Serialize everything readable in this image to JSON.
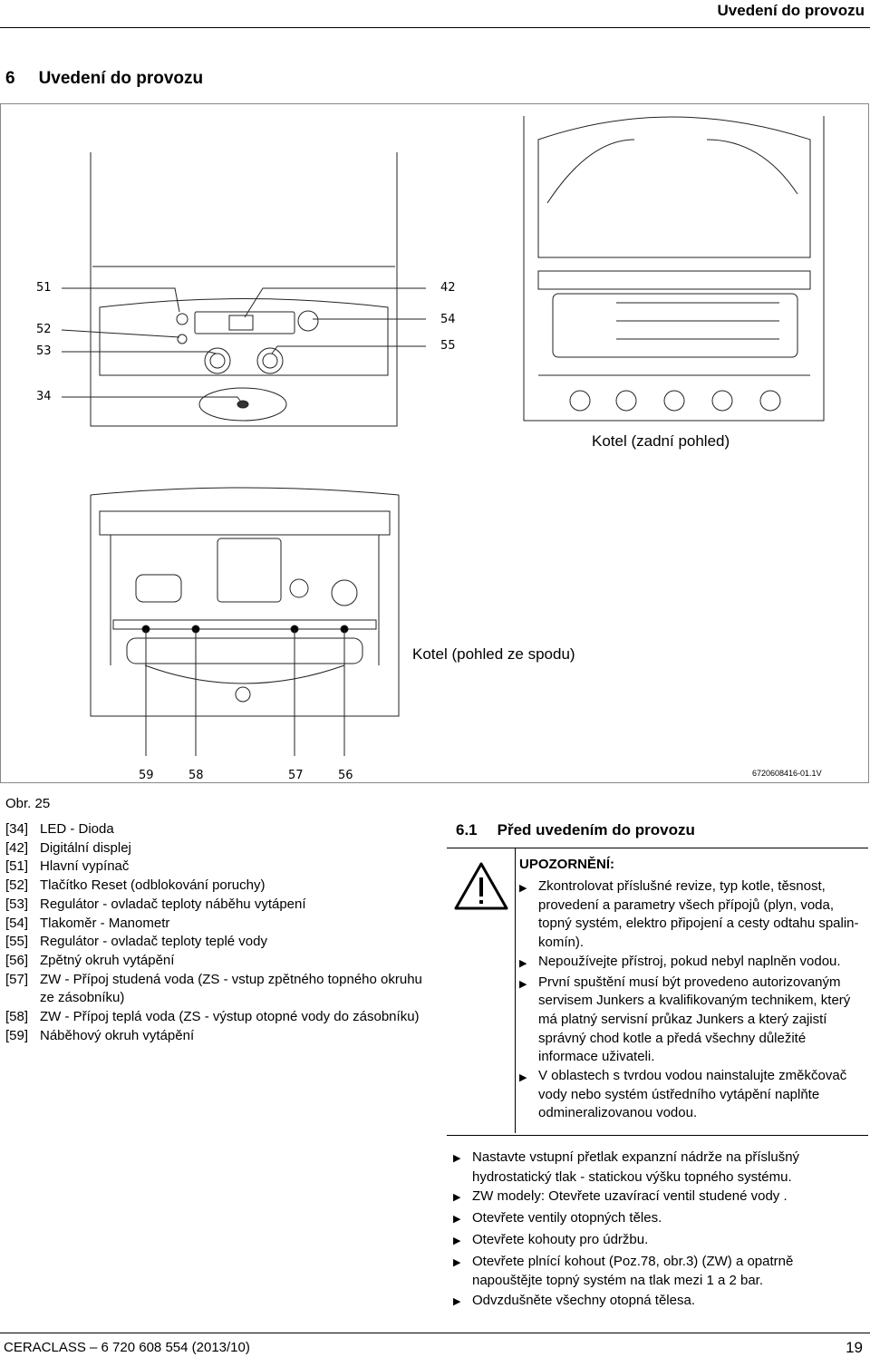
{
  "header": {
    "running_title": "Uvedení do provozu"
  },
  "section": {
    "number": "6",
    "title": "Uvedení do provozu"
  },
  "figure": {
    "callouts": {
      "c51": "51",
      "c52": "52",
      "c53": "53",
      "c34": "34",
      "c42": "42",
      "c54": "54",
      "c55": "55",
      "c59": "59",
      "c58": "58",
      "c57": "57",
      "c56": "56"
    },
    "view_back": "Kotel (zadní pohled)",
    "view_bottom": "Kotel (pohled ze spodu)",
    "ref": "6720608416-01.1V",
    "caption": "Obr. 25"
  },
  "legend": [
    {
      "num": "[34]",
      "text": "LED - Dioda"
    },
    {
      "num": "[42]",
      "text": "Digitální displej"
    },
    {
      "num": "[51]",
      "text": "Hlavní vypínač"
    },
    {
      "num": "[52]",
      "text": "Tlačítko Reset (odblokování poruchy)"
    },
    {
      "num": "[53]",
      "text": "Regulátor - ovladač teploty náběhu vytápení"
    },
    {
      "num": "[54]",
      "text": "Tlakoměr - Manometr"
    },
    {
      "num": "[55]",
      "text": "Regulátor - ovladač teploty teplé vody"
    },
    {
      "num": "[56]",
      "text": "Zpětný okruh vytápění"
    },
    {
      "num": "[57]",
      "text": "ZW - Přípoj studená voda (ZS - vstup zpětného topného okruhu ze zásobníku)"
    },
    {
      "num": "[58]",
      "text": "ZW - Přípoj teplá voda (ZS - výstup otopné vody do zásobníku)"
    },
    {
      "num": "[59]",
      "text": "Náběhový okruh vytápění"
    }
  ],
  "subsection": {
    "number": "6.1",
    "title": "Před uvedením do provozu"
  },
  "warning": {
    "icon": "warning-triangle-icon",
    "heading": "UPOZORNĚNÍ:",
    "items": [
      "Zkontrolovat příslušné revize, typ kotle, těsnost, provedení a parametry všech přípojů (plyn, voda, topný systém, elektro připojení a cesty odtahu spalin-komín).",
      "Nepoužívejte přístroj, pokud nebyl naplněn vodou.",
      "První spuštění musí být provedeno autorizovaným servisem Junkers a kvalifikovaným technikem, který má platný servisní průkaz Junkers a který zajistí správný chod kotle a předá všechny důležité informace uživateli.",
      "V oblastech s tvrdou vodou nainstalujte změkčovač vody nebo systém ústředního vytápění naplňte odmineralizovanou vodou."
    ]
  },
  "steps": [
    "Nastavte vstupní přetlak expanzní nádrže na příslušný hydrostatický tlak - statickou výšku topného systému.",
    "ZW modely: Otevřete uzavírací ventil studené vody .",
    "Otevřete ventily otopných těles.",
    "Otevřete kohouty pro údržbu.",
    "Otevřete plnící kohout (Poz.78, obr.3) (ZW) a opatrně napouštějte topný systém na tlak mezi 1 a 2 bar.",
    "Odvzdušněte všechny otopná tělesa."
  ],
  "footer": {
    "doc": "CERACLASS – 6 720 608 554 (2013/10)",
    "page": "19"
  }
}
